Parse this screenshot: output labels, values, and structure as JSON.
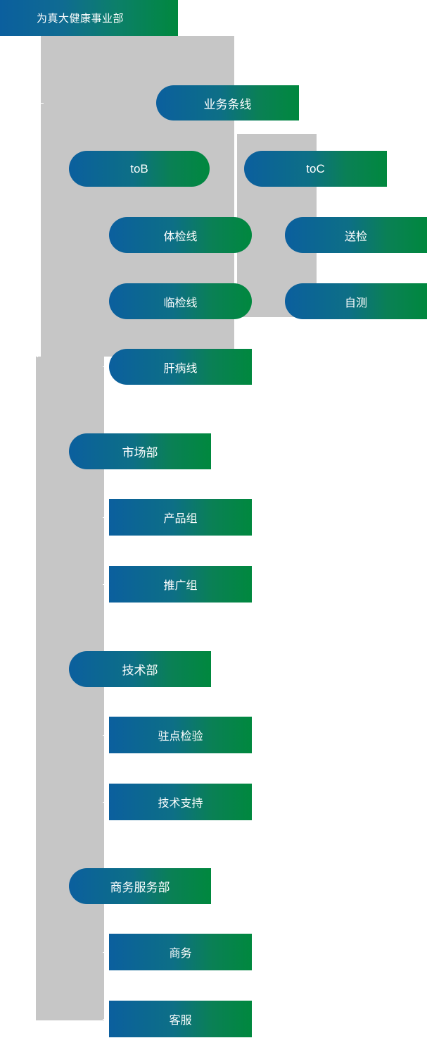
{
  "chart_data": {
    "type": "diagram",
    "diagram_kind": "organization-chart",
    "title": "为真大健康事业部",
    "colors": {
      "gradient_start": "#0b5f9e",
      "gradient_end": "#00883e",
      "panel_gray": "#c6c6c6",
      "connector": "#ffffff",
      "text": "#ffffff",
      "background": "#ffffff"
    },
    "root": {
      "label": "为真大健康事业部"
    },
    "branches": [
      {
        "label": "业务条线",
        "children": [
          {
            "label": "toB",
            "children": [
              {
                "label": "体检线"
              },
              {
                "label": "临检线"
              },
              {
                "label": "肝病线"
              }
            ]
          },
          {
            "label": "toC",
            "children": [
              {
                "label": "送检"
              },
              {
                "label": "自测"
              }
            ]
          }
        ]
      },
      {
        "label": "市场部",
        "children": [
          {
            "label": "产品组"
          },
          {
            "label": "推广组"
          }
        ]
      },
      {
        "label": "技术部",
        "children": [
          {
            "label": "驻点检验"
          },
          {
            "label": "技术支持"
          }
        ]
      },
      {
        "label": "商务服务部",
        "children": [
          {
            "label": "商务"
          },
          {
            "label": "客服"
          }
        ]
      }
    ]
  },
  "banner": {
    "title": "为真大健康事业部"
  },
  "nodes": {
    "business_line": "业务条线",
    "tob": "toB",
    "toc": "toC",
    "physical_exam_line": "体检线",
    "clinical_line": "临检线",
    "liver_line": "肝病线",
    "send_test": "送检",
    "self_test": "自测",
    "marketing_dept": "市场部",
    "product_group": "产品组",
    "promotion_group": "推广组",
    "tech_dept": "技术部",
    "onsite_inspection": "驻点检验",
    "tech_support": "技术支持",
    "business_service_dept": "商务服务部",
    "business": "商务",
    "customer_service": "客服"
  }
}
